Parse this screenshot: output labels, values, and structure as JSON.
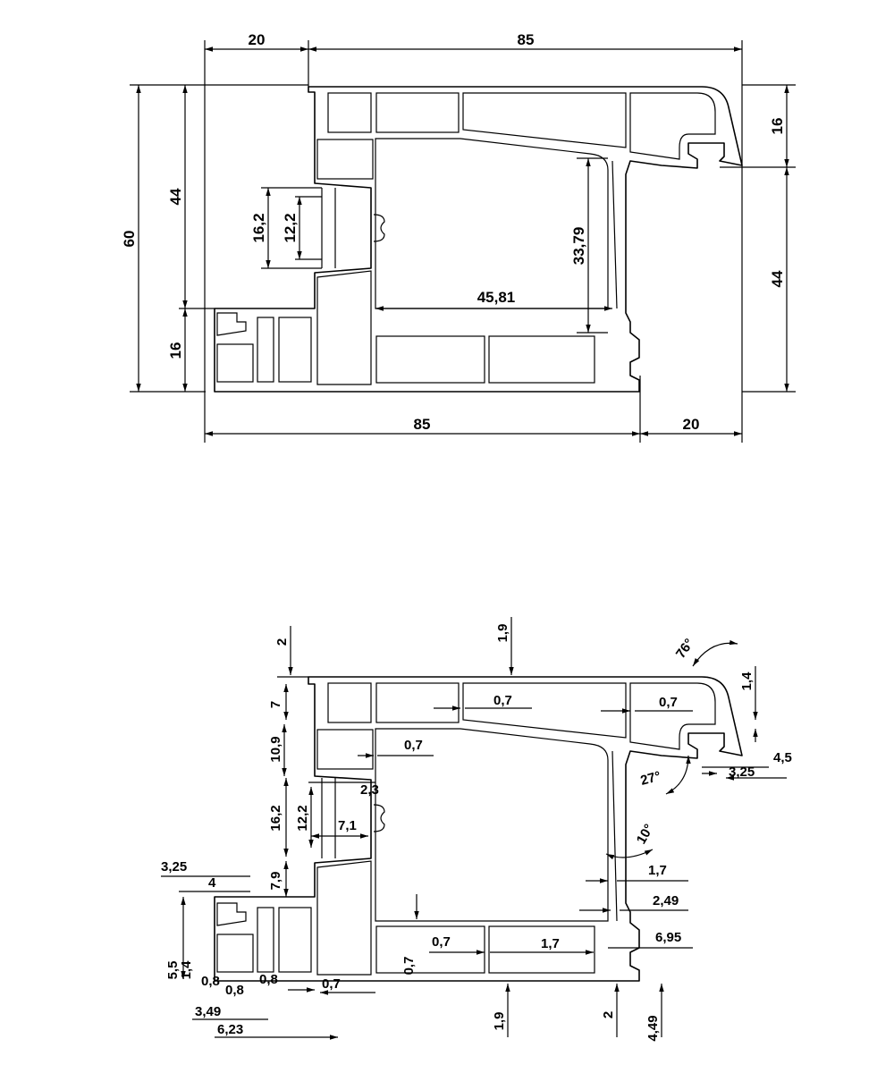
{
  "top_view": {
    "dim_top_left": "20",
    "dim_top_right": "85",
    "dim_left_total": "60",
    "dim_left_upper": "44",
    "dim_left_lower": "16",
    "dim_inner_outer": "16,2",
    "dim_inner_inner": "12,2",
    "dim_chamber_height": "33,79",
    "dim_chamber_width": "45,81",
    "dim_right_upper": "16",
    "dim_right_lower": "44",
    "dim_bottom_left": "85",
    "dim_bottom_right": "20"
  },
  "bottom_view": {
    "d_2_top": "2",
    "d_1_9_top": "1,9",
    "d_76deg": "76°",
    "d_1_4": "1,4",
    "d_7": "7",
    "d_0_7_a": "0,7",
    "d_0_7_b": "0,7",
    "d_0_7_c": "0,7",
    "d_4_5": "4,5",
    "d_3_25_r": "3,25",
    "d_10_9": "10,9",
    "d_27deg": "27°",
    "d_2_3": "2,3",
    "d_16_2": "16,2",
    "d_12_2": "12,2",
    "d_7_1": "7,1",
    "d_10deg": "10°",
    "d_3_25_l": "3,25",
    "d_4": "4",
    "d_7_9": "7,9",
    "d_1_7_a": "1,7",
    "d_2_49": "2,49",
    "d_0_7_d": "0,7",
    "d_1_7_b": "1,7",
    "d_6_95": "6,95",
    "d_5_5": "5,5",
    "d_1_4_l": "1,4",
    "d_0_8_a": "0,8",
    "d_0_8_b": "0,8",
    "d_0_8_c": "0,8",
    "d_0_7_e": "0,7",
    "d_0_7_v": "0,7",
    "d_3_49": "3,49",
    "d_6_23": "6,23",
    "d_1_9_bot": "1,9",
    "d_2_bot": "2",
    "d_4_49": "4,49"
  }
}
